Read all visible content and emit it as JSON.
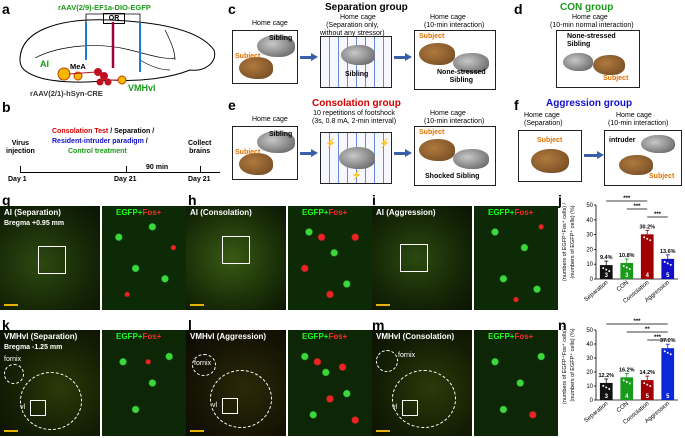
{
  "panel_letters": {
    "a": "a",
    "b": "b",
    "c": "c",
    "d": "d",
    "e": "e",
    "f": "f",
    "g": "g",
    "h": "h",
    "i": "i",
    "j": "j",
    "k": "k",
    "l": "l",
    "m": "m",
    "n": "n"
  },
  "panel_a": {
    "virus1": "rAAV(2/9)-EF1a-DIO-EGFP",
    "or": "OR",
    "ai": "AI",
    "mea": "MeA",
    "vmhvl": "VMHvl",
    "virus2": "rAAV(2/1)-hSyn-CRE"
  },
  "panel_b": {
    "virus_injection": "Virus\ninjection",
    "day1": "Day 1",
    "consolation_test": "Consolation Test",
    "separation": " / Separation /",
    "resident": "Resident-intruder paradigm",
    "slash": " /",
    "control": "Control treatment",
    "day21a": "Day 21",
    "min90": "90 min",
    "collect": "Collect\nbrains",
    "day21b": "Day 21"
  },
  "panel_c": {
    "title": "Separation group",
    "home_cage1": "Home cage",
    "home_cage2": "Home cage",
    "home_cage3": "Home cage",
    "sub2": "(Separation only,\nwithout any stressor)",
    "sub3": "(10-min interaction)",
    "sibling": "Sibling",
    "subject": "Subject",
    "sibling2": "Sibling",
    "subject3": "Subject",
    "none_stressed": "None-stressed\nSibling"
  },
  "panel_d": {
    "title": "CON group",
    "home_cage": "Home cage",
    "sub": "(10-min normal interaction)",
    "none_stressed": "None-stressed\nSibling",
    "subject": "Subject"
  },
  "panel_e": {
    "title": "Consolation group",
    "home_cage1": "Home cage",
    "sub2": "10 repetitions of footshock\n(3s, 0.8 mA, 2-min interval)",
    "home_cage3": "Home cage",
    "sub3": "(10-min interaction)",
    "sibling": "Sibling",
    "subject": "Subject",
    "subject3": "Subject",
    "shocked": "Shocked Sibling"
  },
  "panel_f": {
    "title": "Aggression group",
    "home_cage1": "Home cage",
    "sub1": "(Separation)",
    "home_cage2": "Home cage",
    "sub2": "(10-min interaction)",
    "subject1": "Subject",
    "intruder": "intruder",
    "subject2": "Subject"
  },
  "micrographs": {
    "g": {
      "title": "AI (Separation)",
      "bregma": "Bregma +0.95 mm"
    },
    "h": {
      "title": "AI (Consolation)"
    },
    "i": {
      "title": "AI (Aggression)"
    },
    "k": {
      "title": "VMHvl (Separation)",
      "bregma": "Bregma -1.25 mm",
      "fornix": "fornix",
      "vl": "vl"
    },
    "l": {
      "title": "VMHvl (Aggression)",
      "fornix": "fornix",
      "vl": "vl"
    },
    "m": {
      "title": "VMHvl (Consolation)",
      "fornix": "fornix",
      "vl": "vl"
    },
    "egfp": "EGFP+",
    "fos": "Fos+"
  },
  "colors": {
    "red": "#d40000",
    "blue": "#1010c8",
    "green": "#1a9a1a",
    "black": "#111111",
    "darkred": "#a00000",
    "brightblue": "#0a28d8"
  },
  "chart_data": [
    {
      "type": "bar",
      "panel": "j",
      "categories": [
        "Separation",
        "CON",
        "Consolation",
        "Aggression"
      ],
      "values": [
        9.4,
        10.8,
        30.2,
        13.6
      ],
      "labels": [
        "9.4%",
        "10.8%",
        "30.2%",
        "13.6%"
      ],
      "n": [
        "3",
        "3",
        "4",
        "5"
      ],
      "ylim": [
        0,
        50
      ],
      "yticks": [
        "0",
        "10",
        "20",
        "30",
        "40",
        "50"
      ],
      "ylabel_outer": "(numbers of EGFP⁺Fos⁺ cells) /",
      "ylabel_inner": "(numbers of EGFP⁺ cells) (%)",
      "sig": "***",
      "bar_colors": [
        "#111111",
        "#1a9a1a",
        "#a00000",
        "#1010c8"
      ]
    },
    {
      "type": "bar",
      "panel": "n",
      "categories": [
        "Separation",
        "CON",
        "Consolation",
        "Aggression"
      ],
      "values": [
        12.2,
        16.2,
        14.2,
        37.0
      ],
      "labels": [
        "12.2%",
        "16.2%",
        "14.2%",
        "37.0%"
      ],
      "n": [
        "3",
        "4",
        "5",
        "5"
      ],
      "ylim": [
        0,
        50
      ],
      "yticks": [
        "0",
        "10",
        "20",
        "30",
        "40",
        "50"
      ],
      "ylabel_outer": "(numbers of EGFP⁺Fos⁺ cells) /",
      "ylabel_inner": "(numbers of EGFP⁺ cells) (%)",
      "sig": [
        "***",
        "**",
        "***"
      ],
      "bar_colors": [
        "#111111",
        "#1a9a1a",
        "#a00000",
        "#0a28d8"
      ]
    }
  ]
}
